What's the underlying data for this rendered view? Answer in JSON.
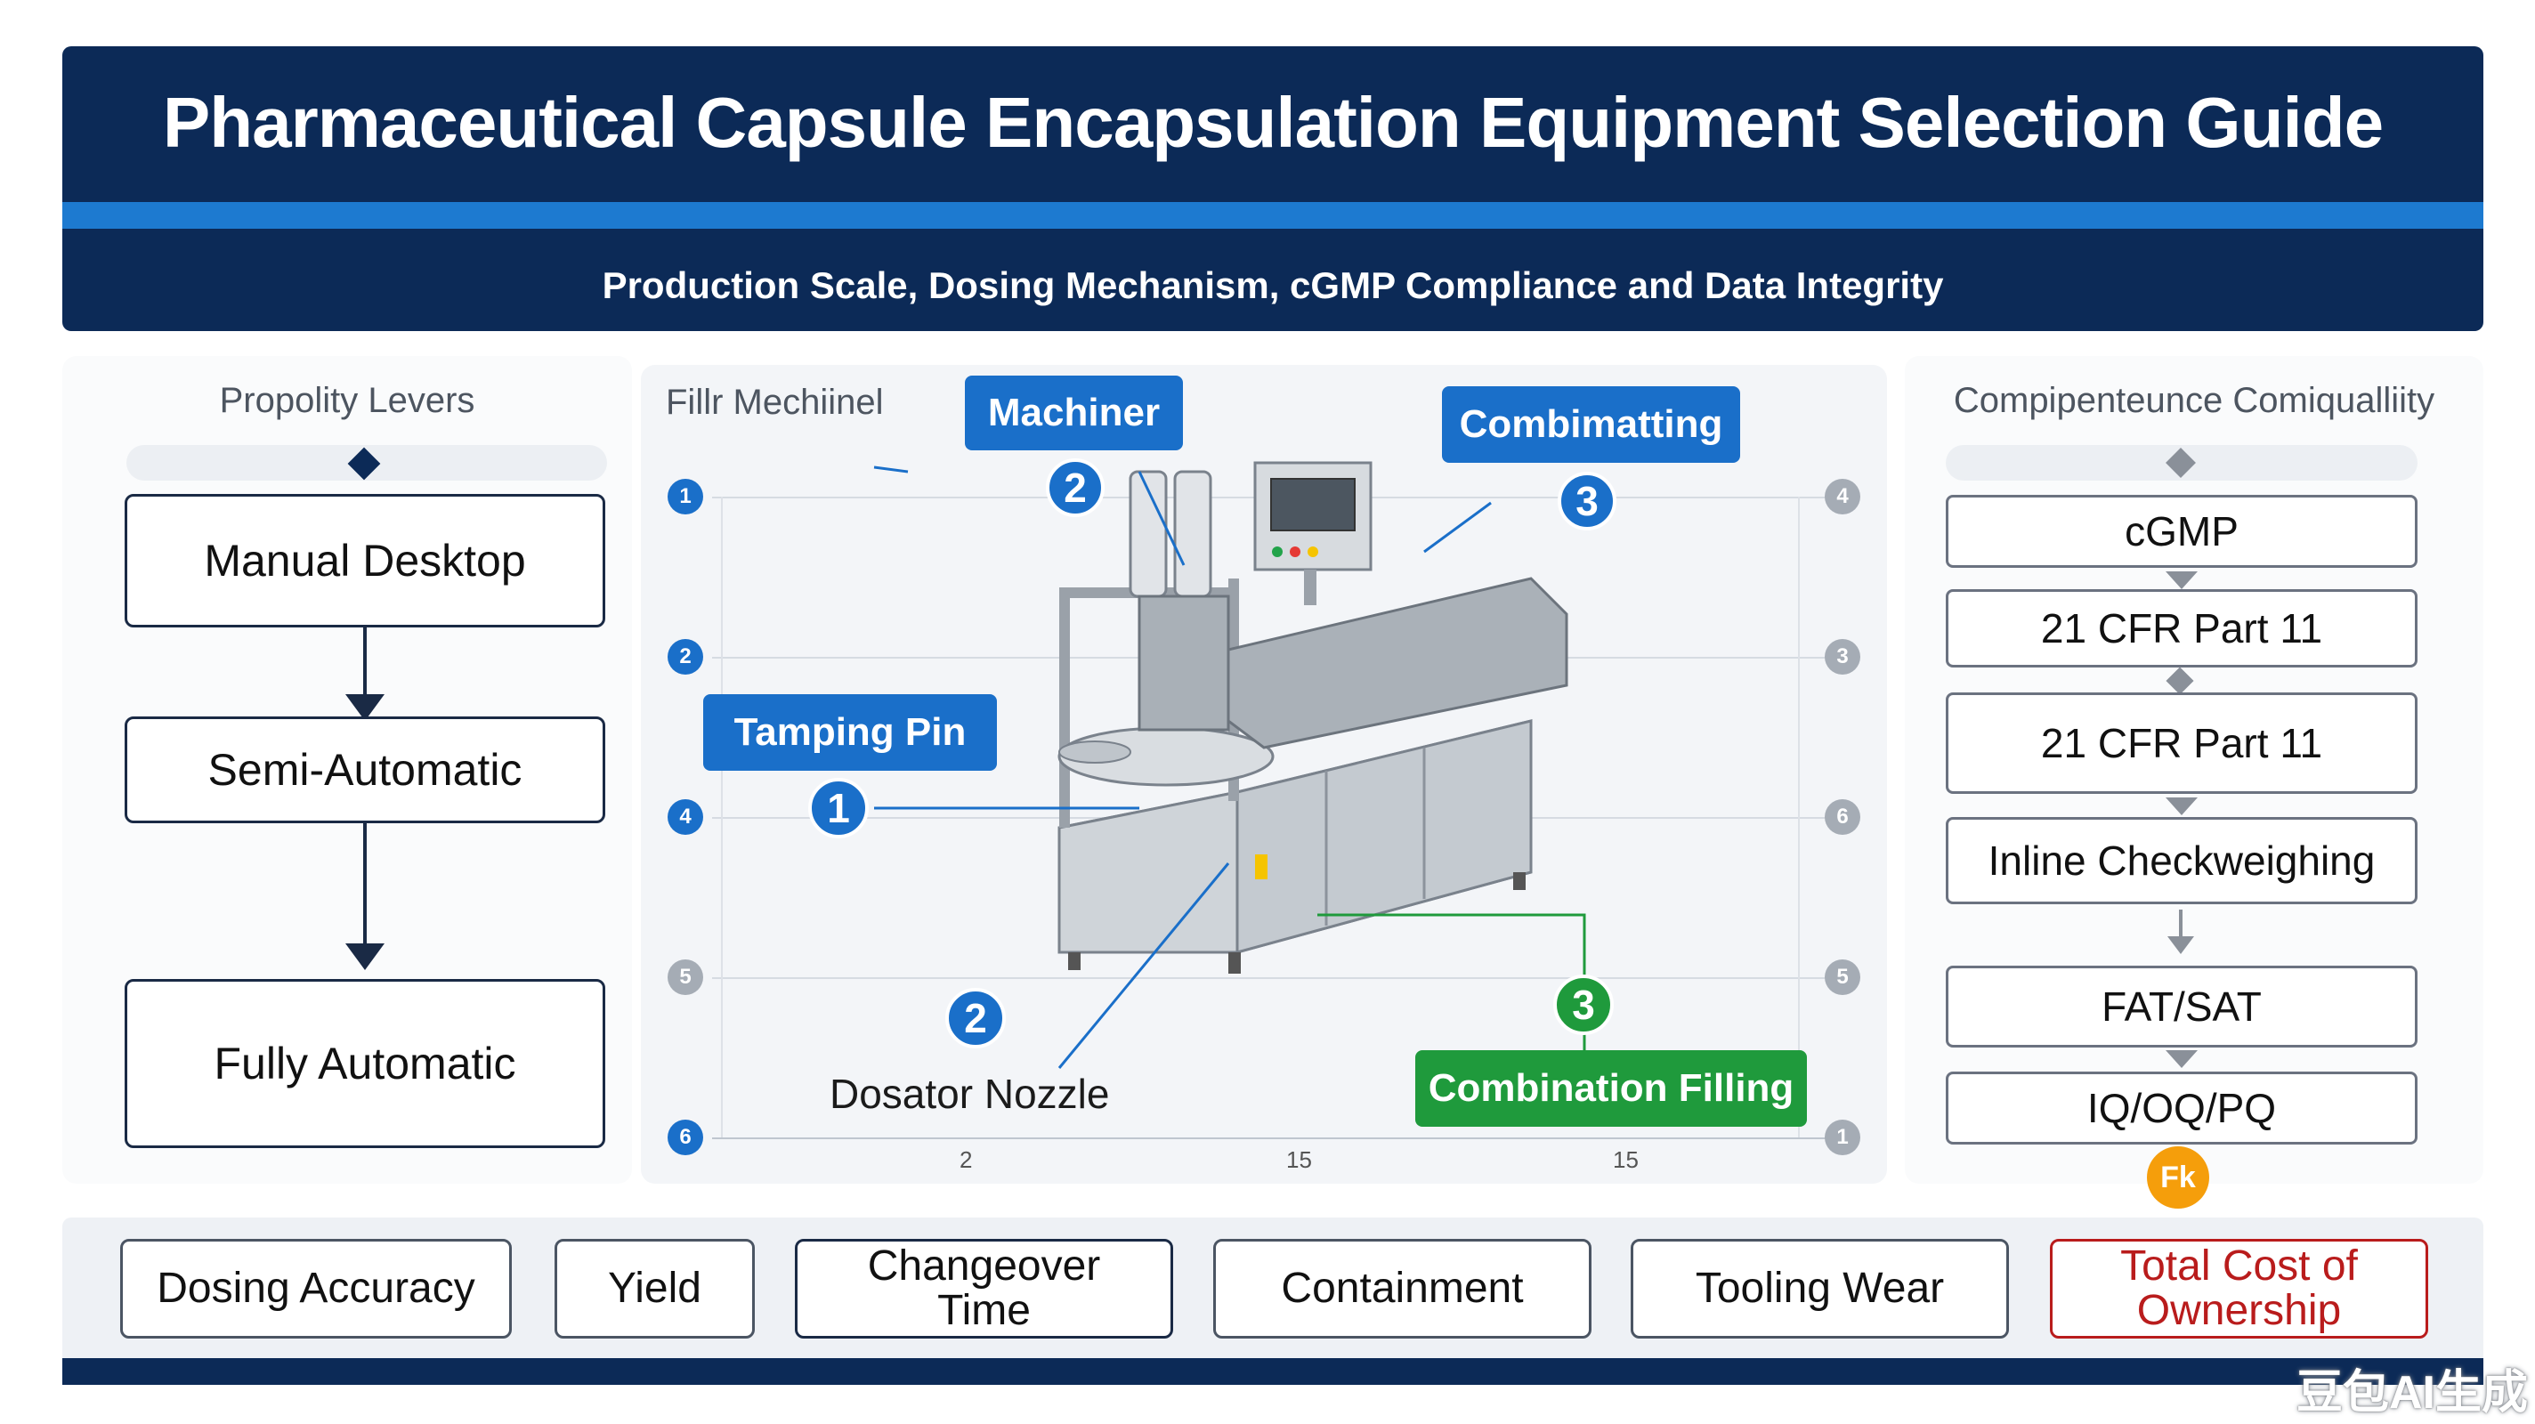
{
  "header": {
    "title": "Pharmaceutical Capsule Encapsulation Equipment Selection Guide",
    "subtitle": "Production Scale, Dosing Mechanism, cGMP Compliance and Data Integrity"
  },
  "left": {
    "title": "Propolity Levers",
    "items": [
      "Manual Desktop",
      "Semi-Automatic",
      "Fully Automatic"
    ]
  },
  "center": {
    "title": "Fillr Mechiinel",
    "tags": {
      "machiner": "Machiner",
      "combimatting": "Combimatting",
      "tamping": "Tamping Pin",
      "combination": "Combination Filling",
      "dosator": "Dosator Nozzle"
    },
    "callouts": [
      "2",
      "3",
      "1",
      "2",
      "3"
    ],
    "axis_left": [
      "1",
      "2",
      "4",
      "5",
      "6"
    ],
    "axis_right": [
      "4",
      "3",
      "6",
      "5",
      "1"
    ],
    "axis_bottom": [
      "2",
      "15",
      "15"
    ]
  },
  "right": {
    "title": "Compipenteunce Comiqualliity",
    "items": [
      "cGMP",
      "21 CFR Part 11",
      "21 CFR Part 11",
      "Inline Checkweighing",
      "FAT/SAT",
      "IQ/OQ/PQ"
    ],
    "badge": "Fk"
  },
  "bottom": {
    "items": [
      "Dosing Accuracy",
      "Yield",
      "Changeover Time",
      "Containment",
      "Tooling Wear",
      "Total Cost of Ownership"
    ]
  },
  "watermark": "豆包AI生成",
  "colors": {
    "navy": "#0c2a57",
    "blue": "#1a6fc9",
    "green": "#1f9a3c",
    "red": "#b91c1c",
    "orange": "#f59e0b"
  }
}
